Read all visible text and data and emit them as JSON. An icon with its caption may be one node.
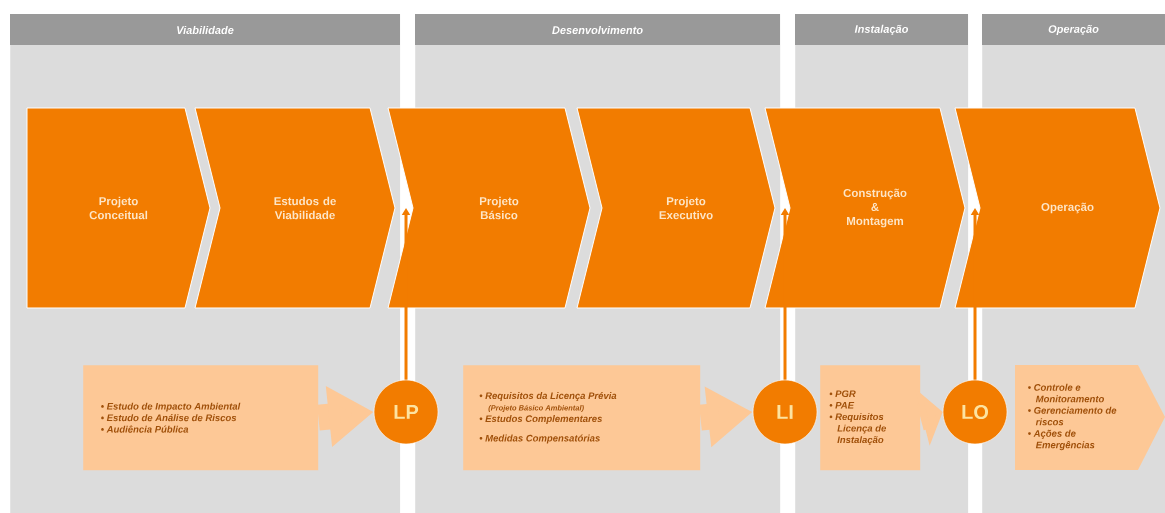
{
  "diagram": {
    "nodes": [
      {
        "text": [
          "Viabilidade"
        ]
      },
      {
        "text": [
          "Desenvolvimento"
        ]
      },
      {
        "text": [
          "Instalação"
        ]
      },
      {
        "text": [
          "Operação"
        ]
      },
      {
        "text": [
          "Projeto Conceitual"
        ],
        "in": 0
      },
      {
        "text": [
          "Estudos de Viabilidade"
        ],
        "in": 0
      },
      {
        "text": [
          "Projeto Básico"
        ]
      },
      {
        "text": [
          "Projeto Executivo"
        ],
        "in": 1
      },
      {
        "text": [
          "Construção & Montagem"
        ]
      },
      {
        "text": [
          "Operação"
        ]
      },
      {
        "text": [
          "• Estudo de Impacto Ambiental",
          "• Estudo de Análise de Riscos",
          "• Audiência Pública"
        ],
        "in": 0
      },
      {
        "text": [
          "LP"
        ]
      },
      {
        "text": [
          "• Requisitos da Licença Prévia",
          "(Projeto Básico Ambiental)",
          "• Estudos Complementares",
          "• Medidas Compensatórias"
        ],
        "in": 1
      },
      {
        "text": [
          "LI"
        ]
      },
      {
        "text": [
          "• PGR",
          "• PAE",
          "• Requisitos Licença de Instalação"
        ],
        "in": 2
      },
      {
        "text": [
          "LO"
        ]
      },
      {
        "text": [
          "• Controle e Monitoramento",
          "• Gerenciamento de riscos",
          "• Ações de Emergências"
        ],
        "in": 3
      }
    ],
    "edges": [
      {
        "from": 10,
        "to": 11,
        "arrow": "to",
        "style": "thick",
        "color": "#fdc896"
      },
      {
        "from": 11,
        "to": 6,
        "arrow": "to",
        "color": "#f27c00"
      },
      {
        "from": 12,
        "to": 13,
        "arrow": "to",
        "style": "thick",
        "color": "#fdc896"
      },
      {
        "from": 13,
        "to": 8,
        "arrow": "to",
        "color": "#f27c00"
      },
      {
        "from": 14,
        "to": 15,
        "arrow": "to",
        "style": "thick",
        "color": "#fdc896"
      },
      {
        "from": 15,
        "to": 9,
        "arrow": "to",
        "color": "#f27c00"
      }
    ]
  }
}
